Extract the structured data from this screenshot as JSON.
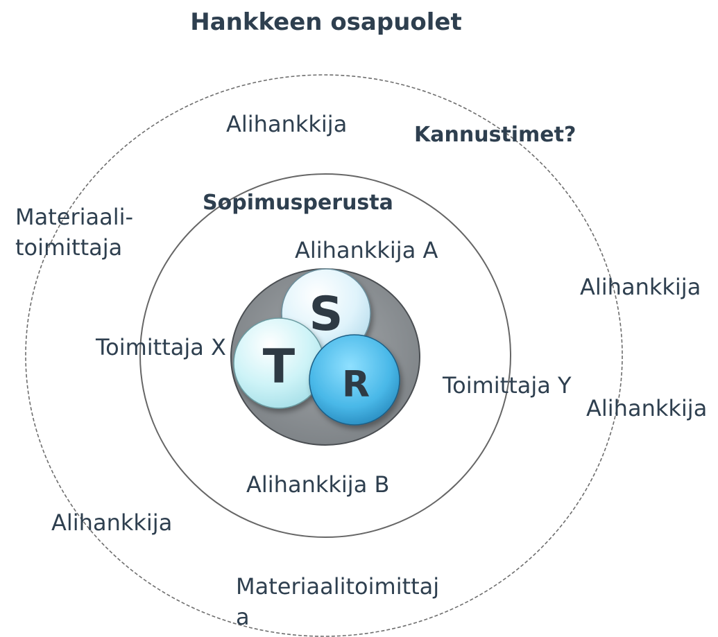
{
  "title": "Hankkeen osapuolet",
  "outer_ring": {
    "heading": "Kannustimet?",
    "labels": {
      "top": "Alihankkija",
      "upper_left_line1": "Materiaali-",
      "upper_left_line2": "toimittaja",
      "right_upper": "Alihankkija",
      "right_lower": "Alihankkija",
      "lower_left": "Alihankkija",
      "bottom_line1": "Materiaalitoimittaj",
      "bottom_line2": "a"
    }
  },
  "inner_ring": {
    "heading": "Sopimusperusta",
    "labels": {
      "top": "Alihankkija A",
      "left": "Toimittaja X",
      "right": "Toimittaja Y",
      "bottom": "Alihankkija B"
    }
  },
  "core": {
    "spheres": [
      {
        "letter": "S",
        "color": "#dff3fb"
      },
      {
        "letter": "T",
        "color": "#cdf3f7"
      },
      {
        "letter": "R",
        "color": "#49b8e8"
      }
    ],
    "background_color": "#8a8f93"
  },
  "colors": {
    "text": "#2e3f4f",
    "outer_ring_stroke": "#6d6d6d",
    "inner_ring_stroke": "#666666"
  }
}
